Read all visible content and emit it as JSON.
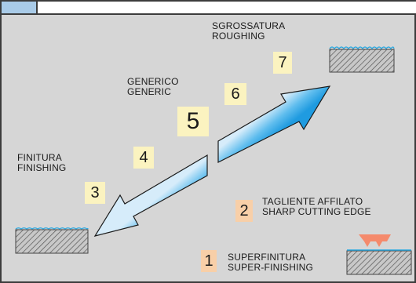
{
  "labels": {
    "roughing_it": "SGROSSATURA",
    "roughing_en": "ROUGHING",
    "generic_it": "GENERICO",
    "generic_en": "GENERIC",
    "finishing_it": "FINITURA",
    "finishing_en": "FINISHING",
    "sharp_it": "TAGLIENTE AFFILATO",
    "sharp_en": "SHARP CUTTING EDGE",
    "superfin_it": "SUPERFINITURA",
    "superfin_en": "SUPER-FINISHING"
  },
  "numbers": [
    "1",
    "2",
    "3",
    "4",
    "5",
    "6",
    "7"
  ],
  "colors": {
    "background": "#d6d6d6",
    "header_swatch": "#a9cbe8",
    "arrow_light": "#d6ecfa",
    "arrow_dark": "#1f9be0",
    "liquid_line": "#2aa8e0",
    "yellow_box": "#fbf3c0",
    "orange_box": "#f8cfa8",
    "tool_tip": "#f58a6c"
  }
}
